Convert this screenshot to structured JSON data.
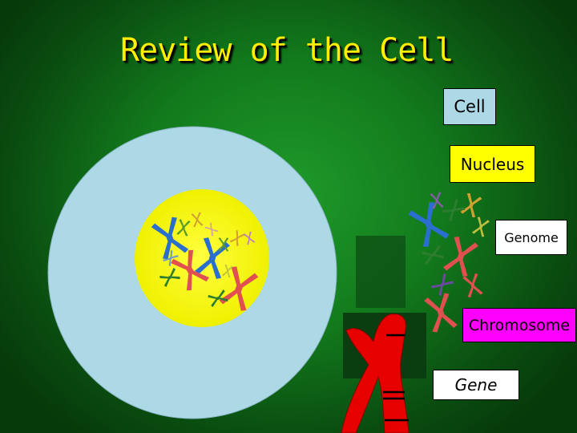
{
  "title": "Review of the Cell",
  "labels": {
    "cell": "Cell",
    "nucleus": "Nucleus",
    "genome": "Genome",
    "chromosome": "Chromosome",
    "gene": "Gene"
  },
  "colors": {
    "background": "#127a1c",
    "title": "#ffee00",
    "cell": "#add8e6",
    "nucleus": "#ffff00",
    "chromosome_red": "#e02020",
    "chromosome_blue": "#2a6fd0",
    "chromosome_green": "#2e8b2e",
    "chromosome_magenta": "#ff00ff"
  }
}
